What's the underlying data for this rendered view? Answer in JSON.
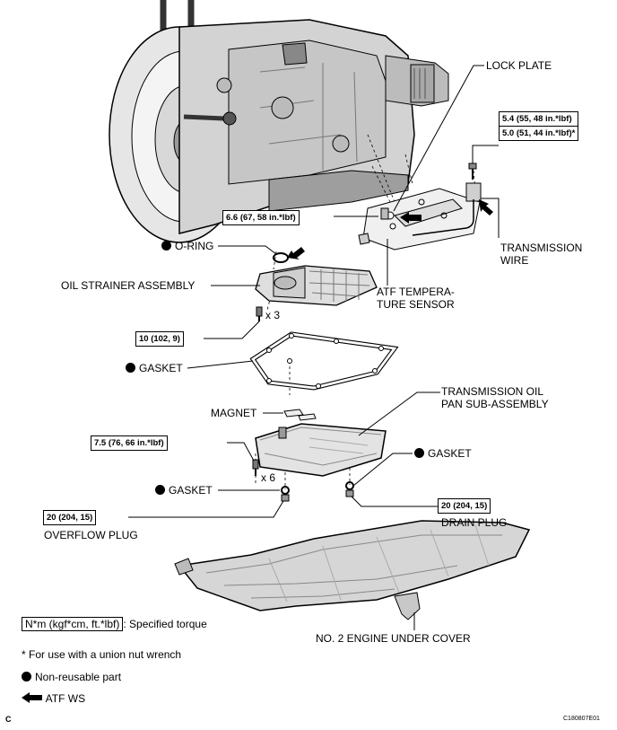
{
  "callouts": {
    "lock_plate": "LOCK PLATE",
    "transmission_wire": [
      "TRANSMISSION",
      "WIRE"
    ],
    "atf_temp_sensor": [
      "ATF TEMPERA-",
      "TURE SENSOR"
    ],
    "o_ring": "O-RING",
    "oil_strainer": "OIL STRAINER ASSEMBLY",
    "gasket_upper": "GASKET",
    "magnet": "MAGNET",
    "oil_pan": [
      "TRANSMISSION OIL",
      "PAN SUB-ASSEMBLY"
    ],
    "gasket_right": "GASKET",
    "gasket_left": "GASKET",
    "drain_plug": "DRAIN PLUG",
    "overflow_plug": "OVERFLOW PLUG",
    "engine_under_cover": "NO. 2 ENGINE UNDER COVER",
    "qty_x3": "x 3",
    "qty_x6": "x 6"
  },
  "torques": {
    "wire_bolt": "5.4 (55, 48 in.*lbf)",
    "wire_bolt_union": "5.0 (51, 44 in.*lbf)*",
    "lock_plate_bolt": "6.6 (67, 58 in.*lbf)",
    "strainer_bolt": "10 (102, 9)",
    "pan_bolt": "7.5 (76, 66 in.*lbf)",
    "drain_plug": "20 (204, 15)",
    "overflow_plug": "20 (204, 15)"
  },
  "legend": {
    "torque_key": "N*m (kgf*cm, ft.*lbf)",
    "torque_desc": ": Specified torque",
    "union_note": "* For use with a union nut wrench",
    "non_reusable": "Non-reusable part",
    "atf": "ATF WS"
  },
  "corner": {
    "left": "C",
    "right": "C180807E01"
  }
}
